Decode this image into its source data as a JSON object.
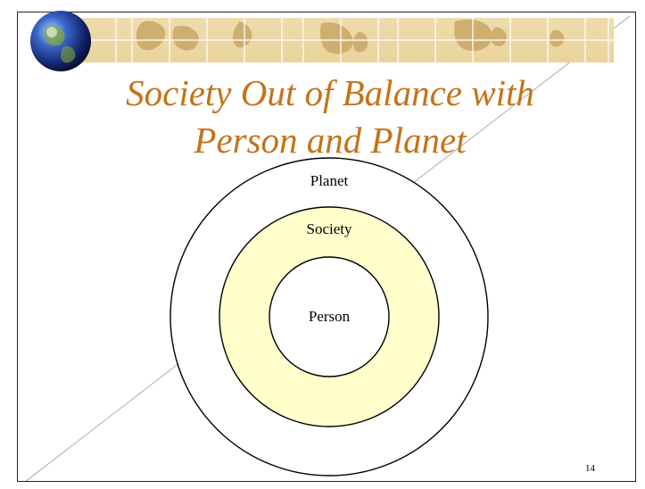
{
  "title": {
    "line1": "Society Out of Balance with",
    "line2": "Person and Planet"
  },
  "diagram": {
    "outer_label": "Planet",
    "middle_label": "Society",
    "inner_label": "Person"
  },
  "page_number": "14",
  "colors": {
    "title": "#c4731a",
    "society_fill": "#ffffcc",
    "banner_gold": "#e8d09a",
    "globe_blue": "#1f3f9a"
  },
  "icons": {
    "globe": "globe-icon",
    "banner": "world-map-banner"
  }
}
